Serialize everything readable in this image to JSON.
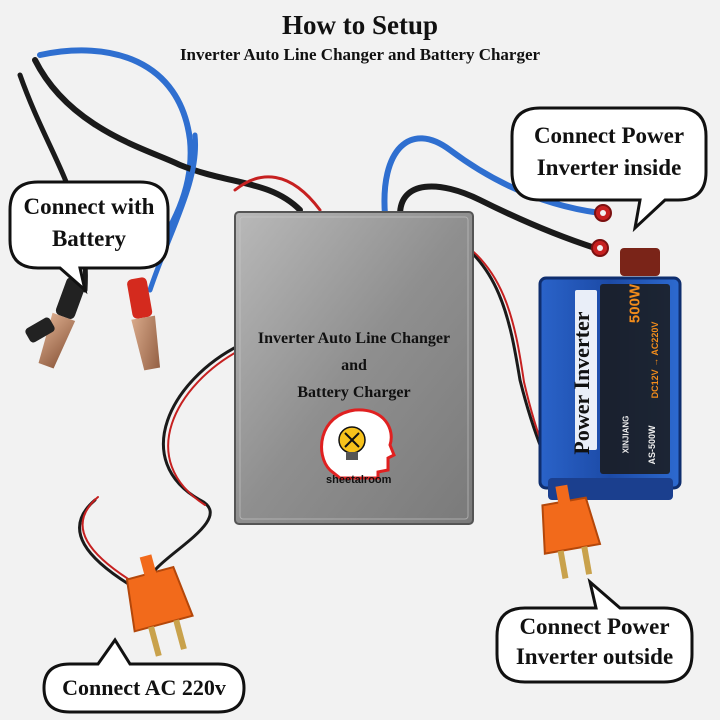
{
  "header": {
    "title": "How to Setup",
    "subtitle": "Inverter Auto Line Changer and Battery Charger"
  },
  "callouts": {
    "battery": [
      "Connect with",
      "Battery"
    ],
    "inverter_inside": [
      "Connect Power",
      "Inverter inside"
    ],
    "inverter_outside": [
      "Connect Power",
      "Inverter outside"
    ],
    "ac": "Connect AC 220v"
  },
  "device": {
    "label_lines": [
      "Inverter Auto Line Changer",
      "and",
      "Battery Charger"
    ],
    "brand": "sheetalroom",
    "logo_icon": "lightbulb-head-tools-icon"
  },
  "inverter": {
    "label": "Power Inverter",
    "wattage": "500W",
    "voltage": "DC12V → AC220V",
    "model": "AS-500W",
    "maker": "XINJIANG"
  },
  "colors": {
    "background": "#f2f2f2",
    "wire_blue": "#2f6fd0",
    "wire_black": "#1a1a1a",
    "wire_red": "#c62020",
    "plug_orange": "#f26a1b",
    "inverter_blue": "#1d4fb0",
    "box_silver": "#9a9a9a",
    "clip_red": "#d42a1e"
  }
}
